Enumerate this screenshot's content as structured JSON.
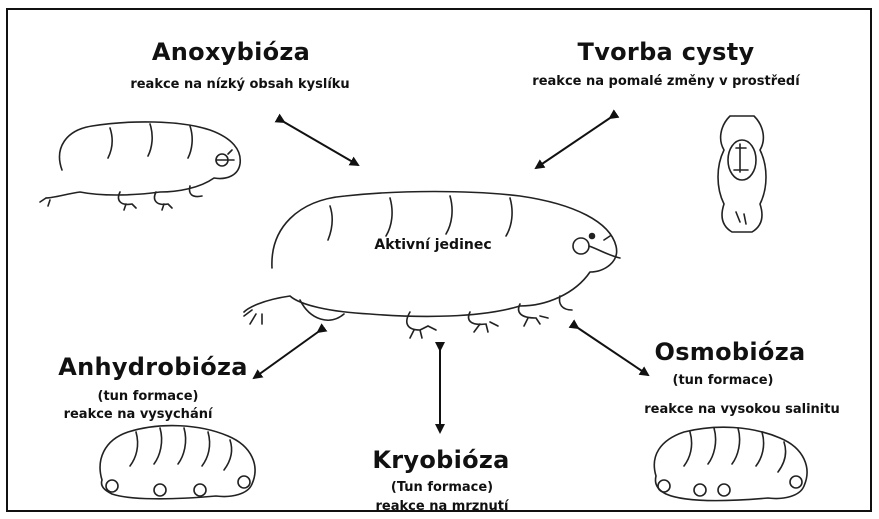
{
  "center": {
    "label": "Aktivní jedinec"
  },
  "states": {
    "anoxybioza": {
      "title": "Anoxybióza",
      "desc": "reakce na nízký obsah kyslíku"
    },
    "tvorba_cysty": {
      "title": "Tvorba cysty",
      "desc": "reakce  na pomalé změny v prostředí"
    },
    "anhydrobioza": {
      "title": "Anhydrobióza",
      "sub": "(tun formace)",
      "desc": "reakce na vysychání"
    },
    "kryobioza": {
      "title": "Kryobióza",
      "sub": "(Tun formace)",
      "desc": "reakce na mrznutí"
    },
    "osmobioza": {
      "title": "Osmobióza",
      "sub": "(tun formace)",
      "desc": "reakce na vysokou salinitu"
    }
  }
}
